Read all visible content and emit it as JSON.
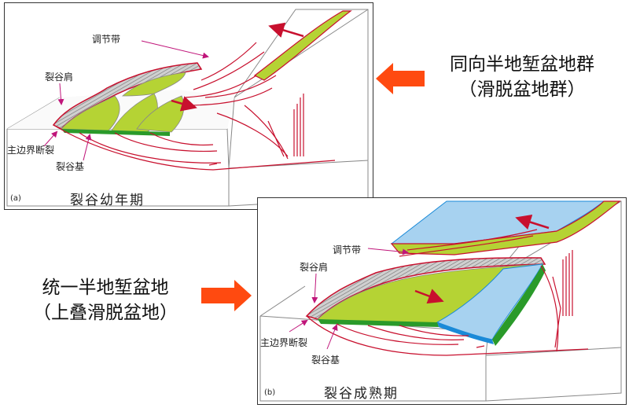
{
  "panel_a": {
    "caption": "(a)",
    "stage": "裂谷幼年期",
    "labels": {
      "transfer_zone": "调节带",
      "rift_shoulder": "裂谷肩",
      "main_boundary_fault": "主边界断裂",
      "rift_base": "裂谷基"
    }
  },
  "panel_b": {
    "caption": "(b)",
    "stage": "裂谷成熟期",
    "labels": {
      "transfer_zone": "调节带",
      "rift_shoulder": "裂谷肩",
      "main_boundary_fault": "主边界断裂",
      "rift_base": "裂谷基"
    }
  },
  "side_right": {
    "line1": "同向半地堑盆地群",
    "line2": "（滑脱盆地群）"
  },
  "side_left": {
    "line1": "统一半地堑盆地",
    "line2": "（上叠滑脱盆地）"
  },
  "colors": {
    "basin_fill": "#b5d334",
    "water_fill": "#a7d2f0",
    "water_edge": "#1a8ad8",
    "green_base": "#2a9a2a",
    "fault_line": "#c8102e",
    "label_arrow": "#c0157a",
    "big_arrow": "#ff4a10",
    "outline": "#444444"
  }
}
